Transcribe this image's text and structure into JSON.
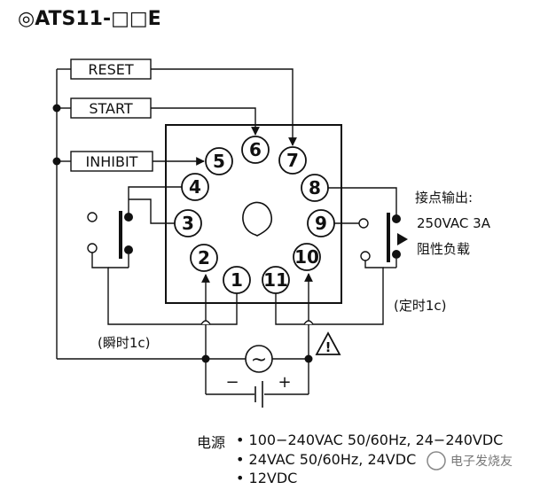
{
  "title": "◎ATS11-□□E",
  "signal_inputs": {
    "reset": "RESET",
    "start": "START",
    "inhibit": "INHIBIT"
  },
  "pins": [
    "1",
    "2",
    "3",
    "4",
    "5",
    "6",
    "7",
    "8",
    "9",
    "10",
    "11"
  ],
  "contact_output": {
    "header": "接点输出:",
    "rating": "250VAC 3A",
    "load": "阻性负载",
    "timed_label": "(定时1c)",
    "instant_label": "(瞬时1c)"
  },
  "power": {
    "minus": "−",
    "plus": "+",
    "ac_symbol": "~",
    "warning_symbol": "!"
  },
  "supply": {
    "label": "电源",
    "options": [
      "• 100−240VAC 50/60Hz, 24−240VDC",
      "• 24VAC 50/60Hz, 24VDC",
      "• 12VDC"
    ]
  },
  "watermark": "电子发烧友"
}
